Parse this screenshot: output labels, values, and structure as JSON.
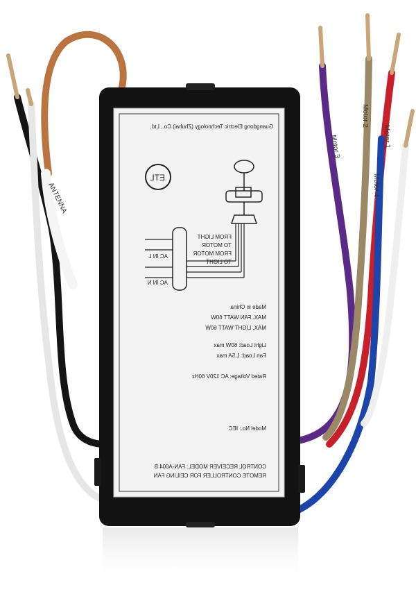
{
  "image": {
    "subject": "",
    "colors": {
      "background": "#ffffff",
      "housing": "#121212",
      "label_background": "#f3f3f3",
      "wire_orange": "#b9743f",
      "wire_black": "#141414",
      "wire_white": "#f2f2f2",
      "wire_purple": "#5a2a86",
      "wire_tan": "#9b8866",
      "wire_red": "#c8202a",
      "wire_blue": "#1d44a8",
      "copper": "#c9a57a"
    }
  },
  "label": {
    "company": "Guangdong Electric Technology (Zhuhai) Co., Ltd.",
    "lines": [
      "REMOTE CONTROLLER FOR CEILING FAN",
      "CONTROL RECEIVER MODEL: FAN-A004 B",
      "Model No.: IEC",
      "Rated Voltage: AC 120V 60Hz",
      "Fan Load: 1.5A max",
      "Light Load: 60W max",
      "MAX. FAN WATT 60W",
      "MAX. LIGHT WATT 60W",
      "Made in China"
    ],
    "wiring": [
      "FROM LIGHT",
      "TO MOTOR",
      "FROM MOTOR",
      "TO LIGHT",
      "AC IN L",
      "AC IN N"
    ]
  },
  "wire_labels": {
    "left_tag": "ANTENNA",
    "motor_1": "Motor 1",
    "motor_2": "Motor 2",
    "motor_3": "Motor 3",
    "motor_4": "Motor 4"
  }
}
